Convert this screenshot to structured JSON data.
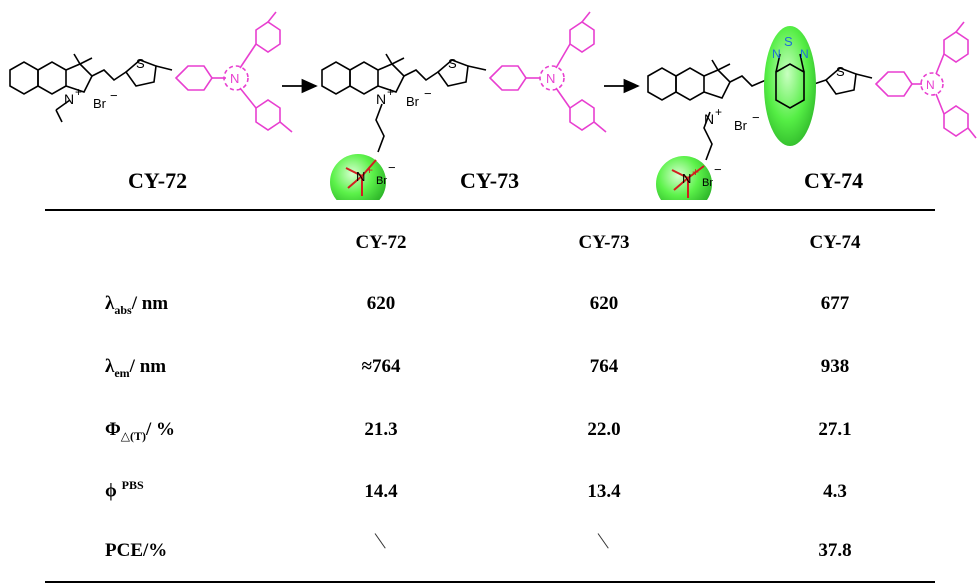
{
  "compounds": [
    {
      "name": "CY-72"
    },
    {
      "name": "CY-73"
    },
    {
      "name": "CY-74"
    }
  ],
  "atom_labels": {
    "sulfur": "S",
    "nitrogen": "N",
    "nitrogen_plus": "N",
    "plus": "+",
    "minus": "−",
    "bromide": "Br"
  },
  "table": {
    "columns": [
      "CY-72",
      "CY-73",
      "CY-74"
    ],
    "rows": [
      {
        "label": {
          "main": "λ",
          "sub": "abs",
          "rest": "/ nm"
        },
        "values": [
          "620",
          "620",
          "677"
        ]
      },
      {
        "label": {
          "main": "λ",
          "sub": "em",
          "rest": "/ nm"
        },
        "values": [
          "≈764",
          "764",
          "938"
        ]
      },
      {
        "label": {
          "main": "Φ",
          "sub": "△(T)",
          "rest": "/ %"
        },
        "values": [
          "21.3",
          "22.0",
          "27.1"
        ]
      },
      {
        "label": {
          "main": "ϕ",
          "sup": "PBS",
          "rest": ""
        },
        "values": [
          "14.4",
          "13.4",
          "4.3"
        ]
      },
      {
        "label": {
          "main": "PCE/%",
          "rest": ""
        },
        "values": [
          "",
          "",
          "37.8"
        ]
      }
    ]
  },
  "colors": {
    "triarylamine": "#e83fd0",
    "highlight": "#3ee830",
    "benzothiadiazole_atoms": "#1f6fd6",
    "ammonium_bonds": "#d11f1f",
    "arrow": "#000000"
  }
}
